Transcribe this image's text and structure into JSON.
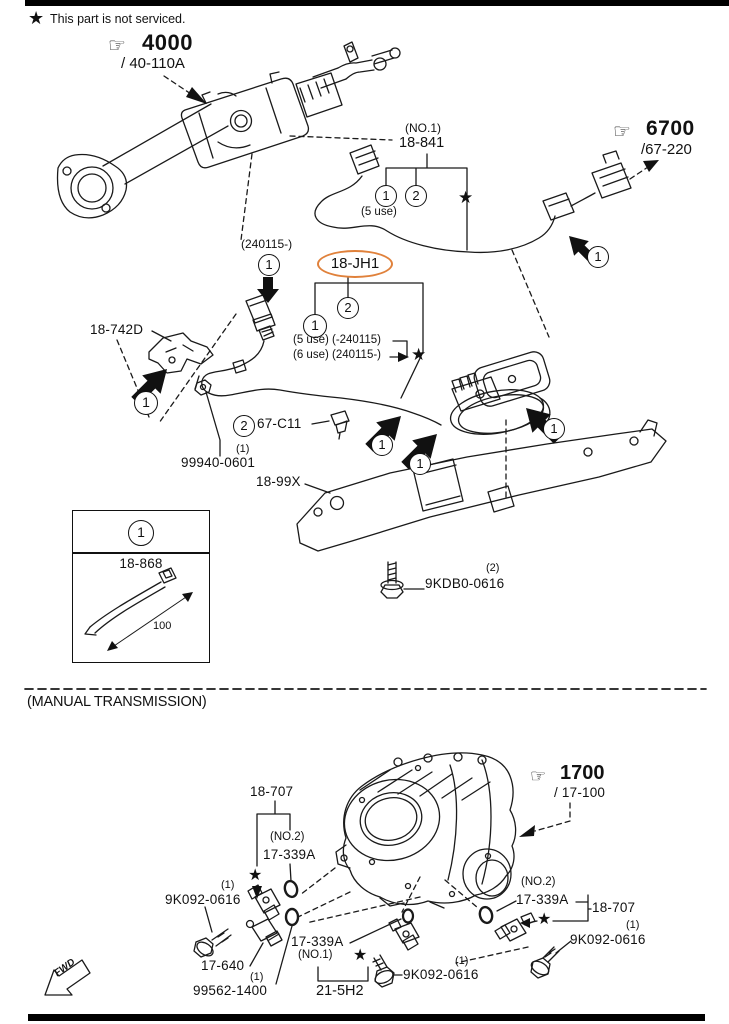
{
  "badges": {
    "one": "1",
    "two": "2"
  },
  "symbols": {
    "star": "★",
    "hand": "☞",
    "fwd": "FWD"
  },
  "header": {
    "notice": "This part is not serviced."
  },
  "upper": {
    "ref_4000": {
      "num": "4000",
      "code": "/ 40-110A"
    },
    "ref_6700": {
      "num": "6700",
      "code": "/67-220"
    },
    "harness_18841": {
      "note": "(NO.1)",
      "part": "18-841",
      "use": "(5 use)"
    },
    "sensor_18jh1": {
      "part": "18-JH1",
      "use_a": "(5 use) (-240115)",
      "use_b": "(6 use) (240115-)"
    },
    "date_note": "(240115-)",
    "bracket_18742d": {
      "part": "18-742D"
    },
    "clip_67c11": {
      "part": "67-C11"
    },
    "stud_99940": {
      "qty": "(1)",
      "part": "99940-0601"
    },
    "plate_1899x": {
      "part": "18-99X"
    },
    "bolt_9kdb0": {
      "qty": "(2)",
      "part": "9KDB0-0616"
    },
    "inset_18868": {
      "part": "18-868",
      "dim": "100"
    }
  },
  "lower": {
    "heading": "(MANUAL TRANSMISSION)",
    "ref_1700": {
      "num": "1700",
      "code": "/ 17-100"
    },
    "group_left": {
      "part": "18-707",
      "note": "(NO.2)",
      "oring": "17-339A",
      "bolt_qty": "(1)",
      "bolt": "9K092-0616",
      "switch": "17-640",
      "sensor_qty": "(1)",
      "sensor": "99562-1400"
    },
    "group_mid": {
      "oring": "17-339A",
      "note": "(NO.1)",
      "bracket": "21-5H2",
      "bolt_qty": "(1)",
      "bolt": "9K092-0616"
    },
    "group_right": {
      "note": "(NO.2)",
      "oring": "17-339A",
      "part": "18-707",
      "bolt_qty": "(1)",
      "bolt": "9K092-0616"
    }
  }
}
